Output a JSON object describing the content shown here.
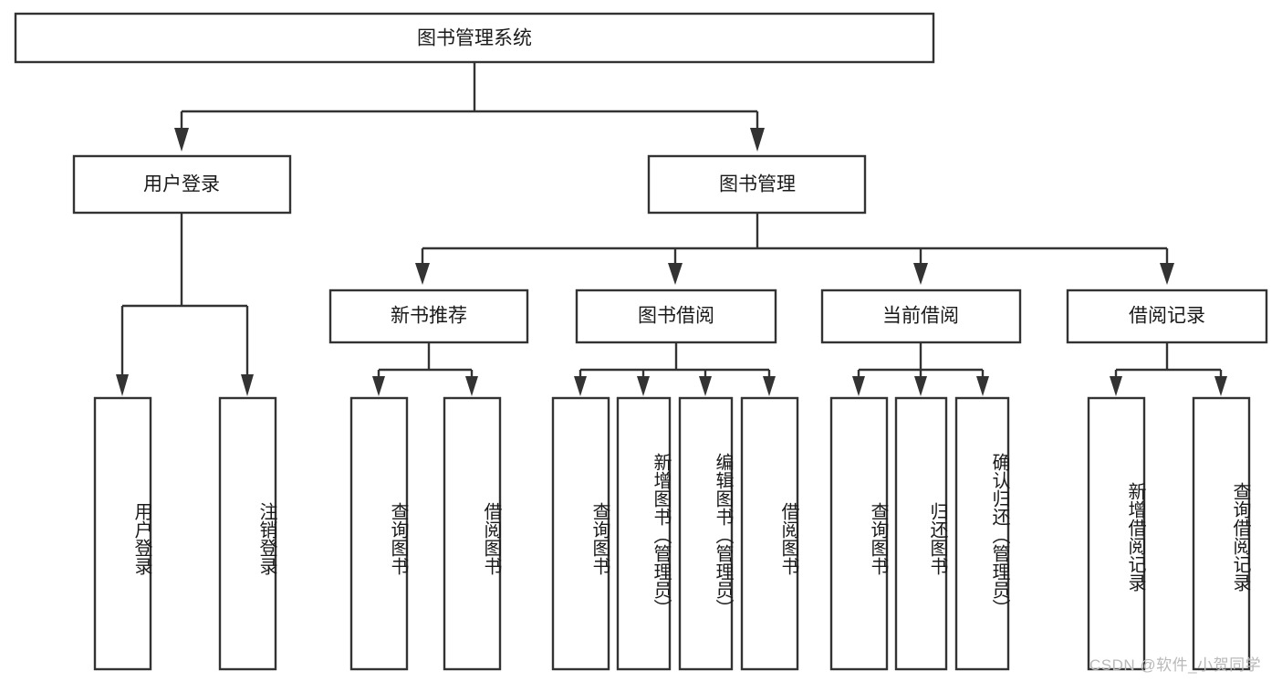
{
  "diagram": {
    "title": "图书管理系统",
    "type": "tree",
    "orientation": "top-down",
    "colors": {
      "box_stroke": "#333333",
      "box_fill": "#ffffff",
      "connector": "#333333",
      "text": "#1a1a1a",
      "background": "#ffffff",
      "watermark": "#b9b9b9"
    },
    "root": {
      "id": "root",
      "label": "图书管理系统",
      "orientation": "horizontal"
    },
    "level2": [
      {
        "id": "user-login",
        "label": "用户登录",
        "orientation": "horizontal"
      },
      {
        "id": "book-manage",
        "label": "图书管理",
        "orientation": "horizontal"
      }
    ],
    "level3": [
      {
        "id": "new-book-recommend",
        "label": "新书推荐",
        "orientation": "horizontal",
        "parent": "book-manage"
      },
      {
        "id": "book-borrow",
        "label": "图书借阅",
        "orientation": "horizontal",
        "parent": "book-manage"
      },
      {
        "id": "current-borrow",
        "label": "当前借阅",
        "orientation": "horizontal",
        "parent": "book-manage"
      },
      {
        "id": "borrow-record",
        "label": "借阅记录",
        "orientation": "horizontal",
        "parent": "book-manage"
      }
    ],
    "leaves": [
      {
        "id": "leaf-user-login",
        "label": "用户登录",
        "orientation": "vertical",
        "parent": "user-login"
      },
      {
        "id": "leaf-logout-login",
        "label": "注销登录",
        "orientation": "vertical",
        "parent": "user-login"
      },
      {
        "id": "leaf-query-book-1",
        "label": "查询图书",
        "orientation": "vertical",
        "parent": "new-book-recommend"
      },
      {
        "id": "leaf-borrow-book-1",
        "label": "借阅图书",
        "orientation": "vertical",
        "parent": "new-book-recommend"
      },
      {
        "id": "leaf-query-book-2",
        "label": "查询图书",
        "orientation": "vertical",
        "parent": "book-borrow"
      },
      {
        "id": "leaf-add-book",
        "label": "新增图书（管理员）",
        "orientation": "vertical",
        "parent": "book-borrow"
      },
      {
        "id": "leaf-edit-book",
        "label": "编辑图书（管理员）",
        "orientation": "vertical",
        "parent": "book-borrow"
      },
      {
        "id": "leaf-borrow-book-2",
        "label": "借阅图书",
        "orientation": "vertical",
        "parent": "book-borrow"
      },
      {
        "id": "leaf-query-book-3",
        "label": "查询图书",
        "orientation": "vertical",
        "parent": "current-borrow"
      },
      {
        "id": "leaf-return-book",
        "label": "归还图书",
        "orientation": "vertical",
        "parent": "current-borrow"
      },
      {
        "id": "leaf-confirm-return",
        "label": "确认归还（管理员）",
        "orientation": "vertical",
        "parent": "current-borrow"
      },
      {
        "id": "leaf-add-record",
        "label": "新增借阅记录",
        "orientation": "vertical",
        "parent": "borrow-record"
      },
      {
        "id": "leaf-query-record",
        "label": "查询借阅记录",
        "orientation": "vertical",
        "parent": "borrow-record"
      }
    ]
  },
  "watermark": {
    "text": "CSDN @软件_小贺同学"
  }
}
